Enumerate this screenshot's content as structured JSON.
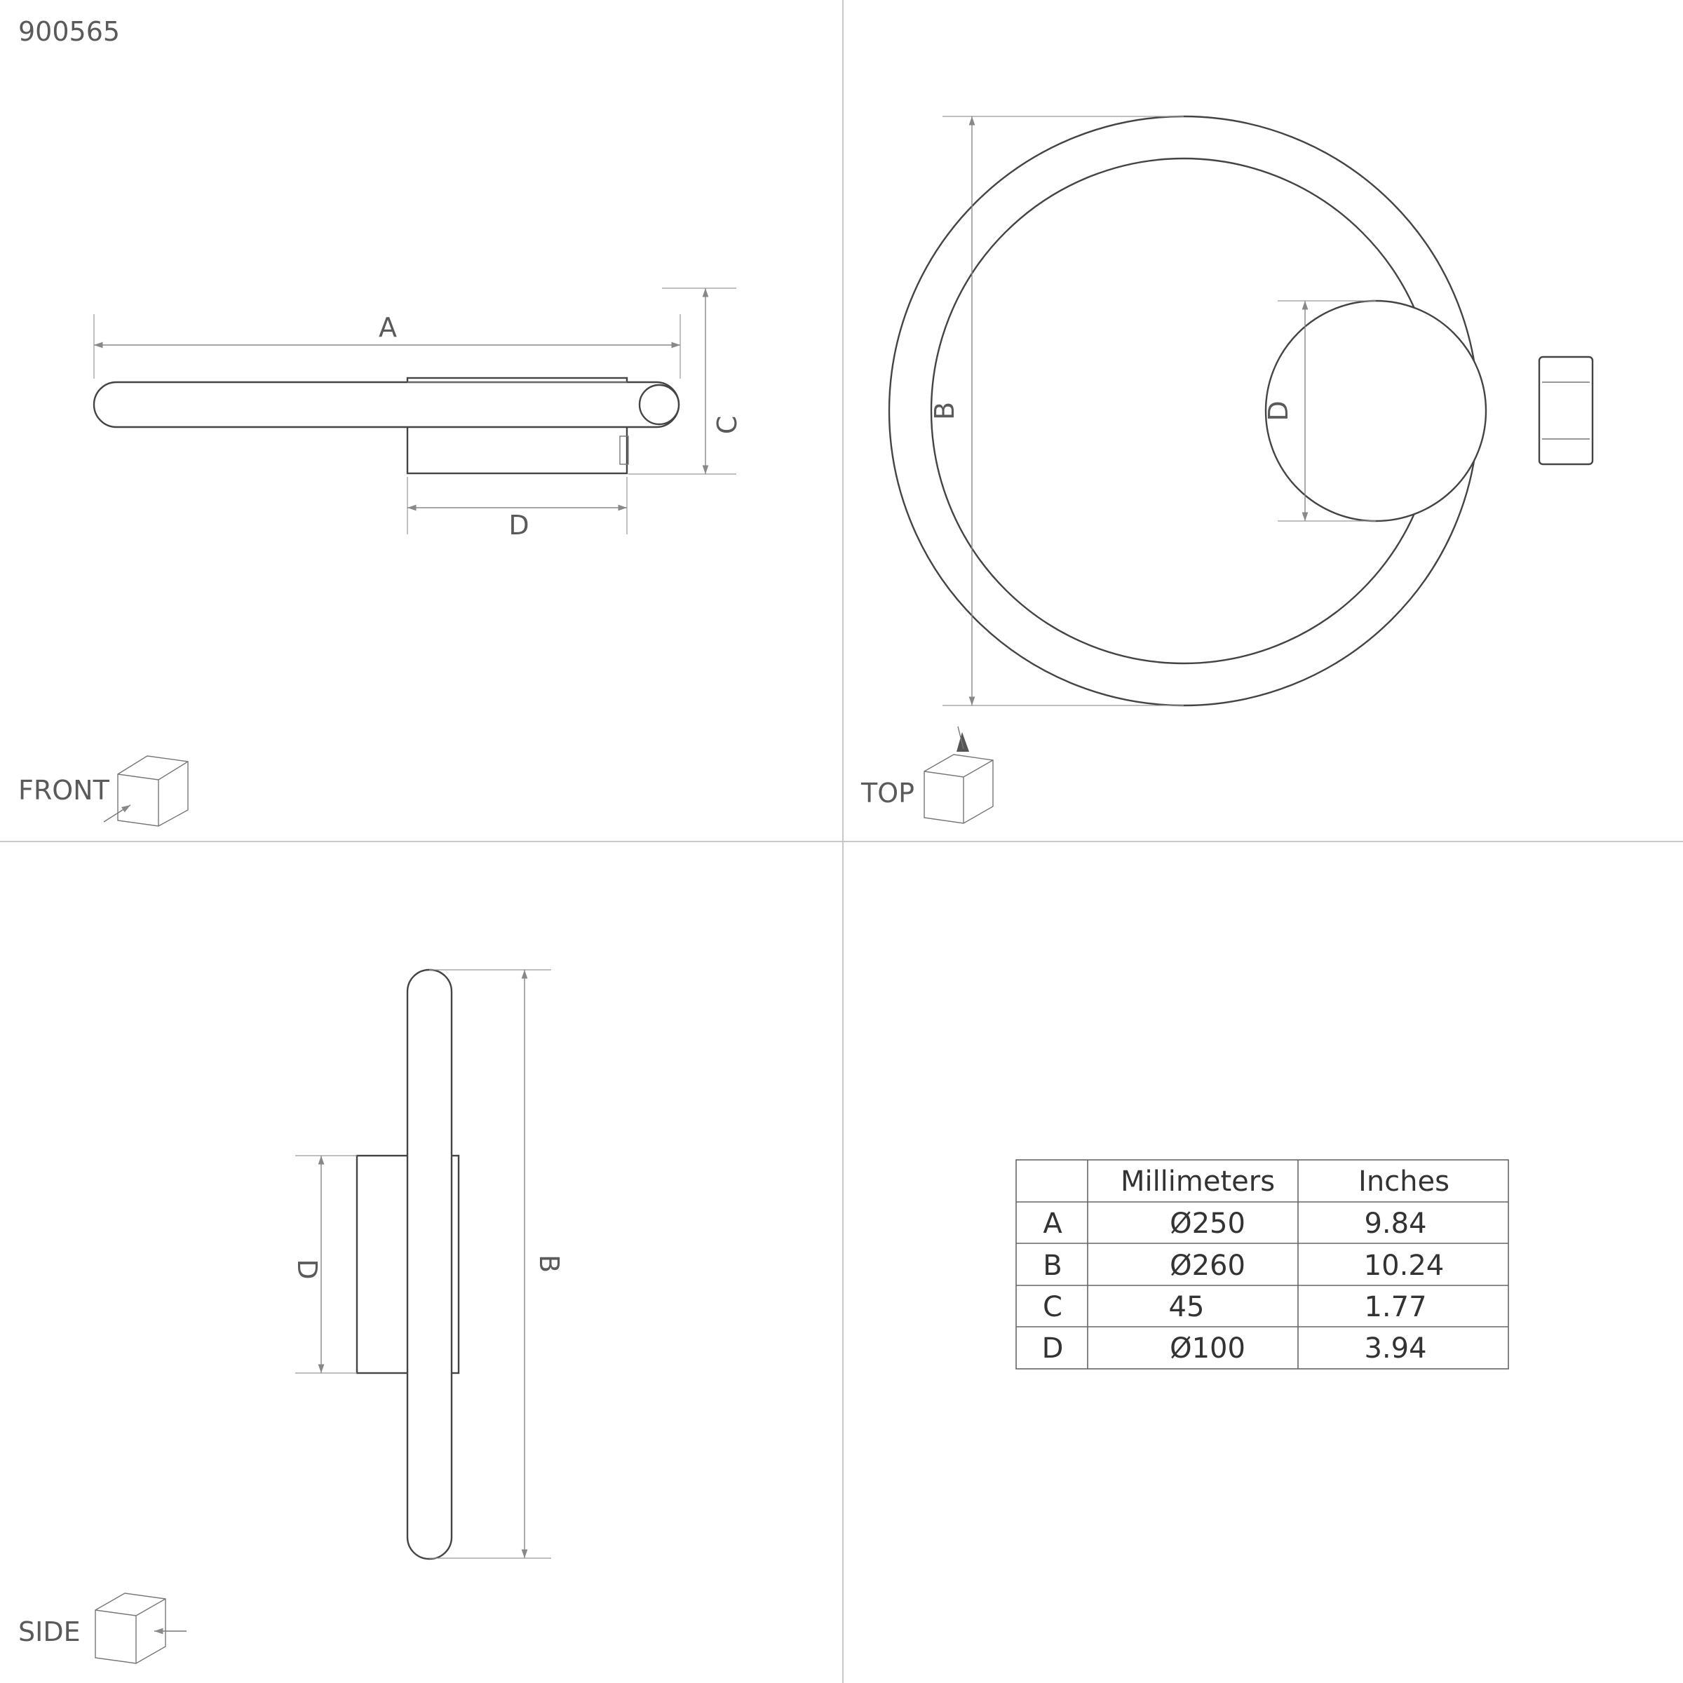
{
  "product_code": "900565",
  "views": {
    "front": {
      "label": "FRONT",
      "dim_labels": {
        "a": "A",
        "c": "C",
        "d": "D"
      }
    },
    "top": {
      "label": "TOP",
      "dim_labels": {
        "b": "B",
        "d": "D"
      }
    },
    "side": {
      "label": "SIDE",
      "dim_labels": {
        "b": "B",
        "d": "D"
      }
    }
  },
  "dimension_table": {
    "headers": [
      "",
      "Millimeters",
      "Inches"
    ],
    "rows": [
      {
        "key": "A",
        "mm": "Ø250",
        "inches": "9.84"
      },
      {
        "key": "B",
        "mm": "Ø260",
        "inches": "10.24"
      },
      {
        "key": "C",
        "mm": "45",
        "inches": "1.77"
      },
      {
        "key": "D",
        "mm": "Ø100",
        "inches": "3.94"
      }
    ]
  }
}
